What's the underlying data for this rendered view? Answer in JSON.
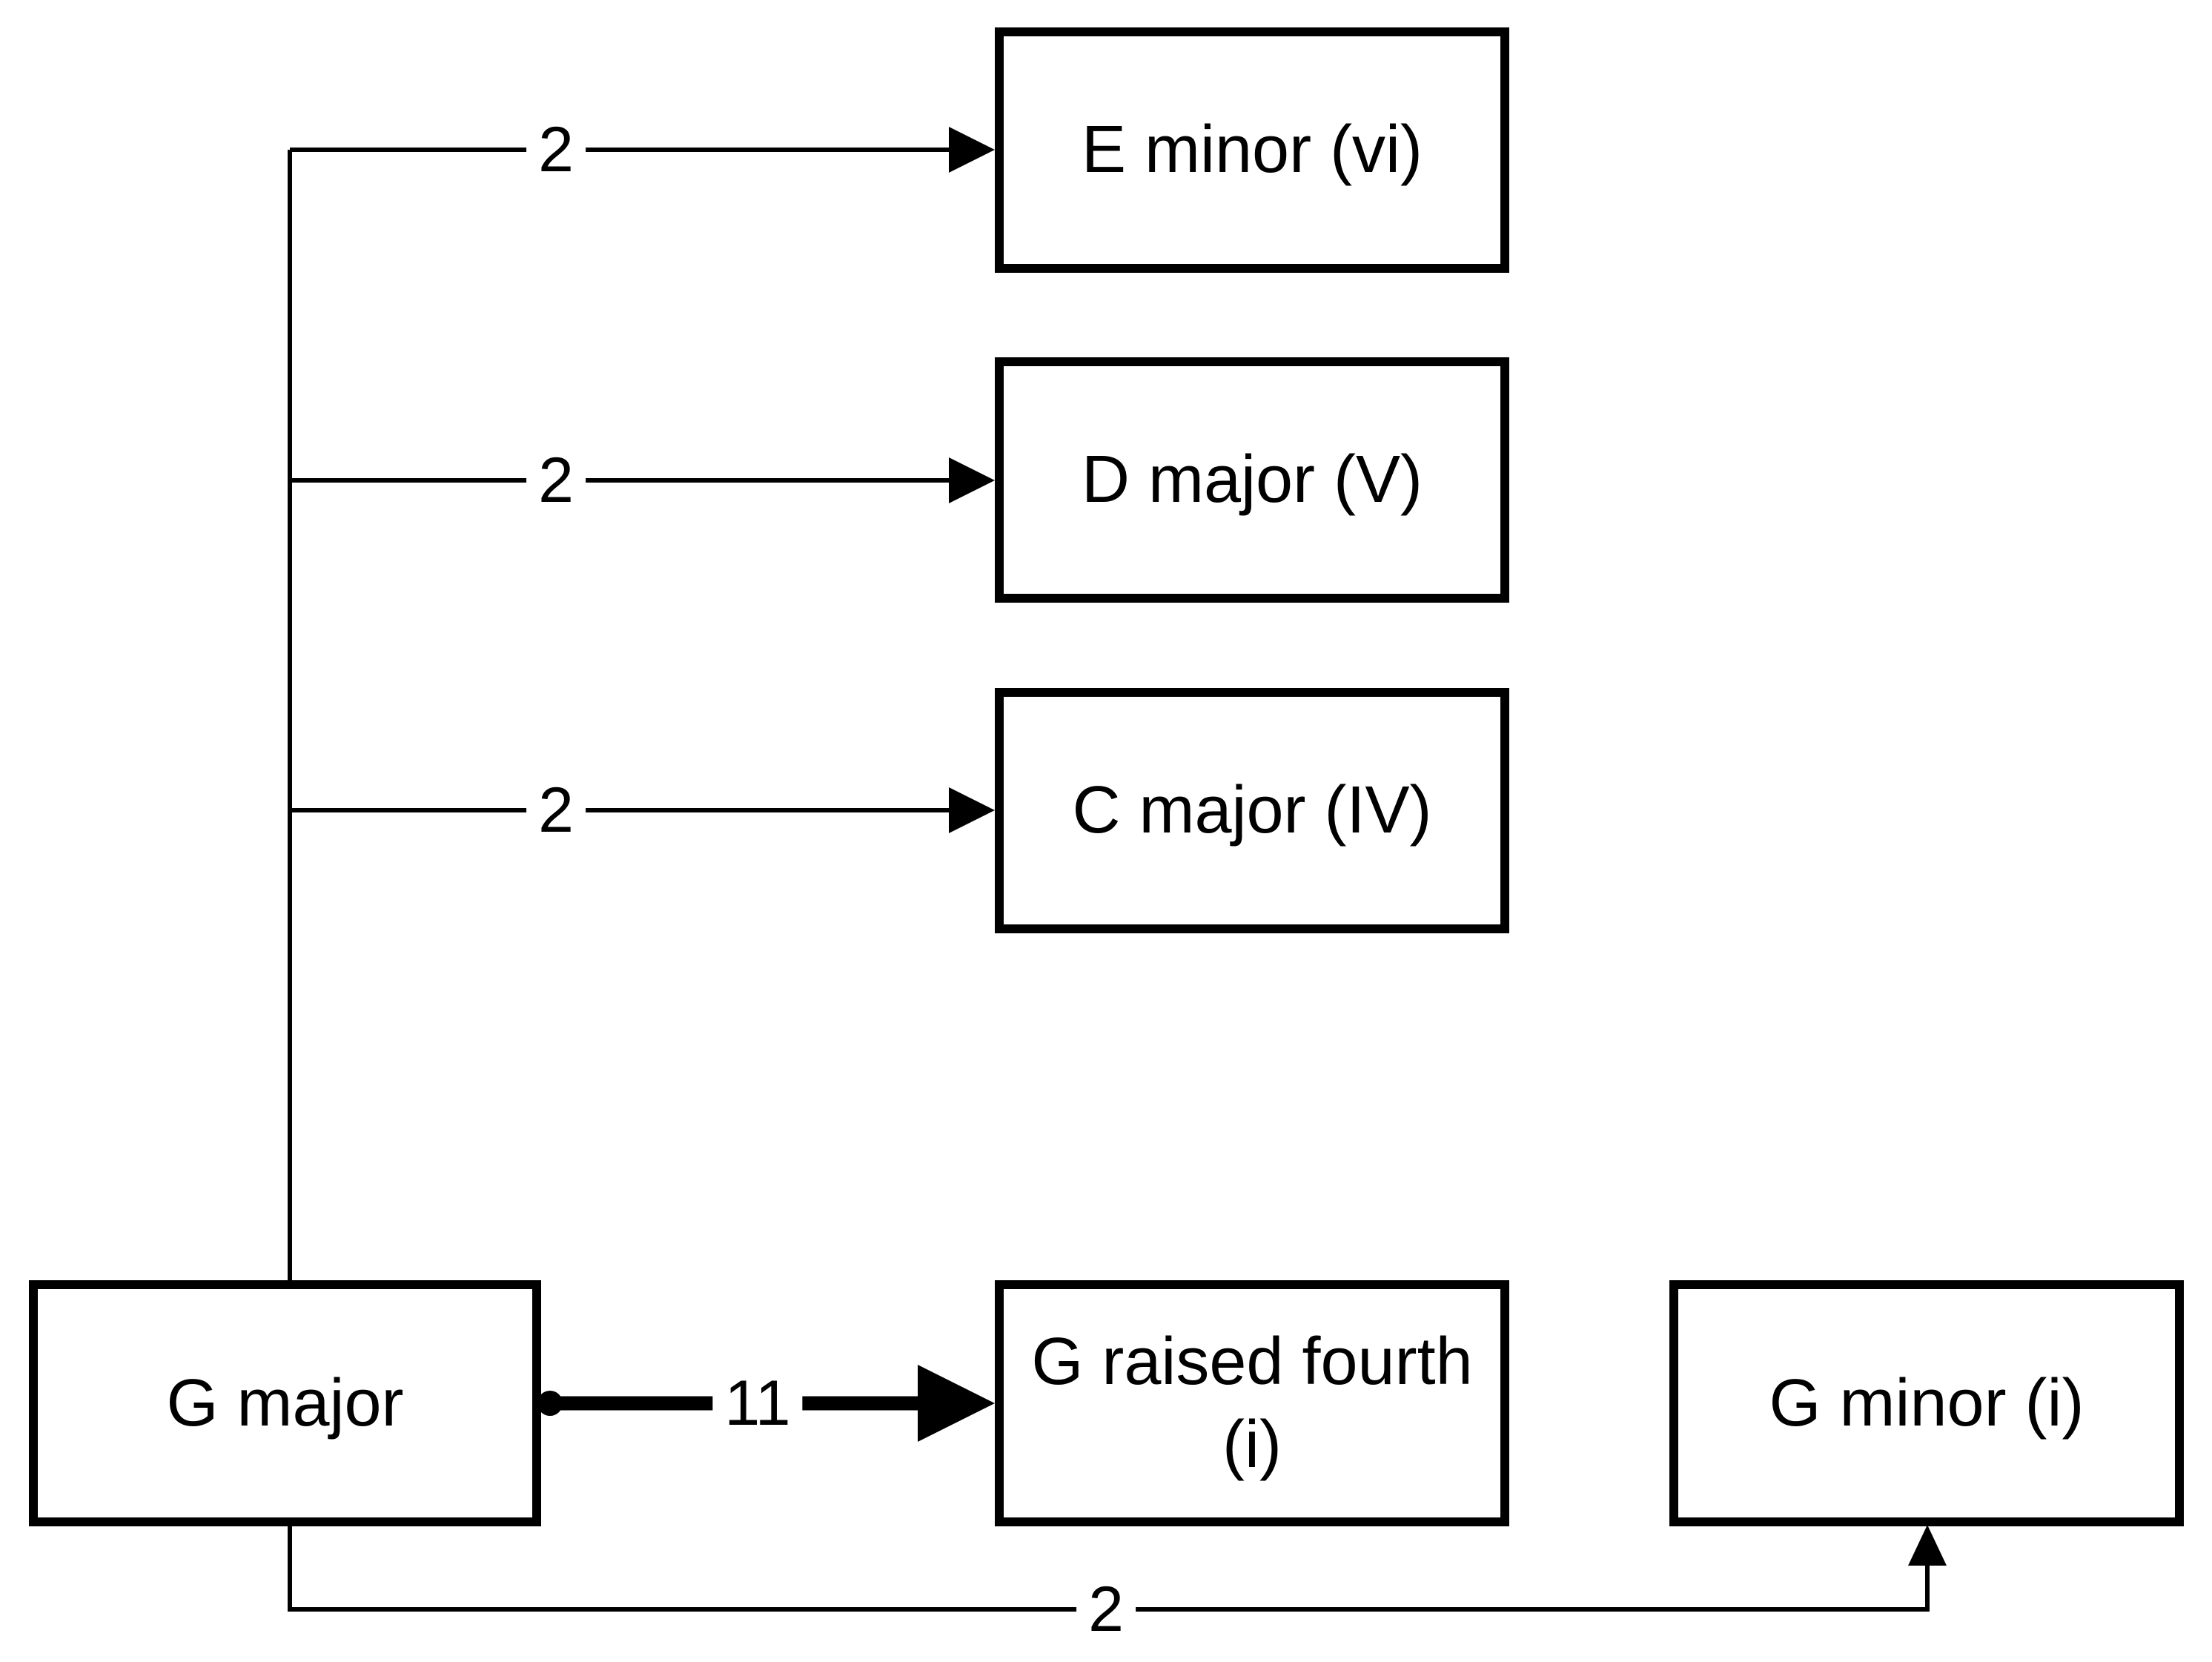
{
  "diagram": {
    "background_color": "#ffffff",
    "line_color": "#000000",
    "nodes": [
      {
        "id": "g-major",
        "label": "G major"
      },
      {
        "id": "e-minor",
        "label": "E minor (vi)"
      },
      {
        "id": "d-major",
        "label": "D major (V)"
      },
      {
        "id": "c-major",
        "label": "C major (IV)"
      },
      {
        "id": "g-raised-fourth",
        "label": "G raised fourth (i)"
      },
      {
        "id": "g-minor",
        "label": "G minor (i)"
      }
    ],
    "edges": [
      {
        "from": "G major",
        "to": "E minor (vi)",
        "weight": "2",
        "style": "thin"
      },
      {
        "from": "G major",
        "to": "D major (V)",
        "weight": "2",
        "style": "thin"
      },
      {
        "from": "G major",
        "to": "C major (IV)",
        "weight": "2",
        "style": "thin"
      },
      {
        "from": "G major",
        "to": "G raised fourth (i)",
        "weight": "11",
        "style": "thick"
      },
      {
        "from": "G major",
        "to": "G minor (i)",
        "weight": "2",
        "style": "thin"
      }
    ]
  }
}
